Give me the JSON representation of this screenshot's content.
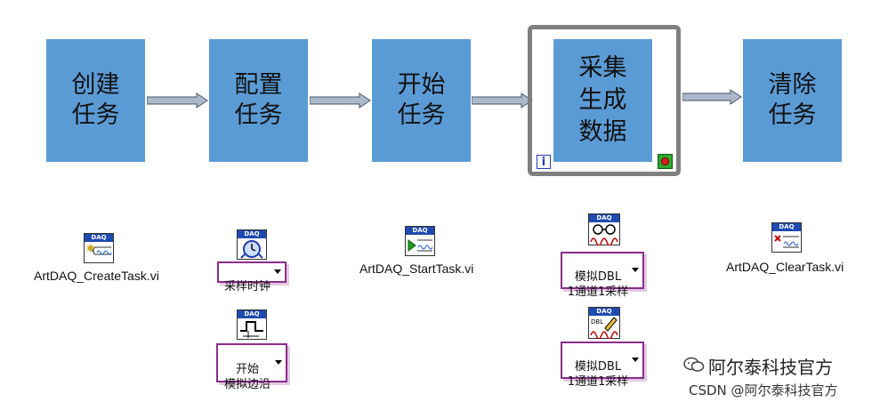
{
  "steps": [
    {
      "label": "创建\n任务"
    },
    {
      "label": "配置\n任务"
    },
    {
      "label": "开始\n任务"
    },
    {
      "label": "采集\n生成\n数据"
    },
    {
      "label": "清除\n任务"
    }
  ],
  "loop": {
    "iteration_terminal": "i"
  },
  "vi_header": "DAQ",
  "vis": {
    "create": "ArtDAQ_CreateTask.vi",
    "start": "ArtDAQ_StartTask.vi",
    "clear": "ArtDAQ_ClearTask.vi"
  },
  "selectors": {
    "sample_clock": "采样时钟",
    "start_trigger": "开始\n模拟边沿",
    "analog_read": "模拟DBL\n1通道1采样",
    "analog_write": "模拟DBL\n1通道1采样"
  },
  "watermark": {
    "wechat": "阿尔泰科技官方",
    "csdn": "CSDN @阿尔泰科技官方"
  }
}
